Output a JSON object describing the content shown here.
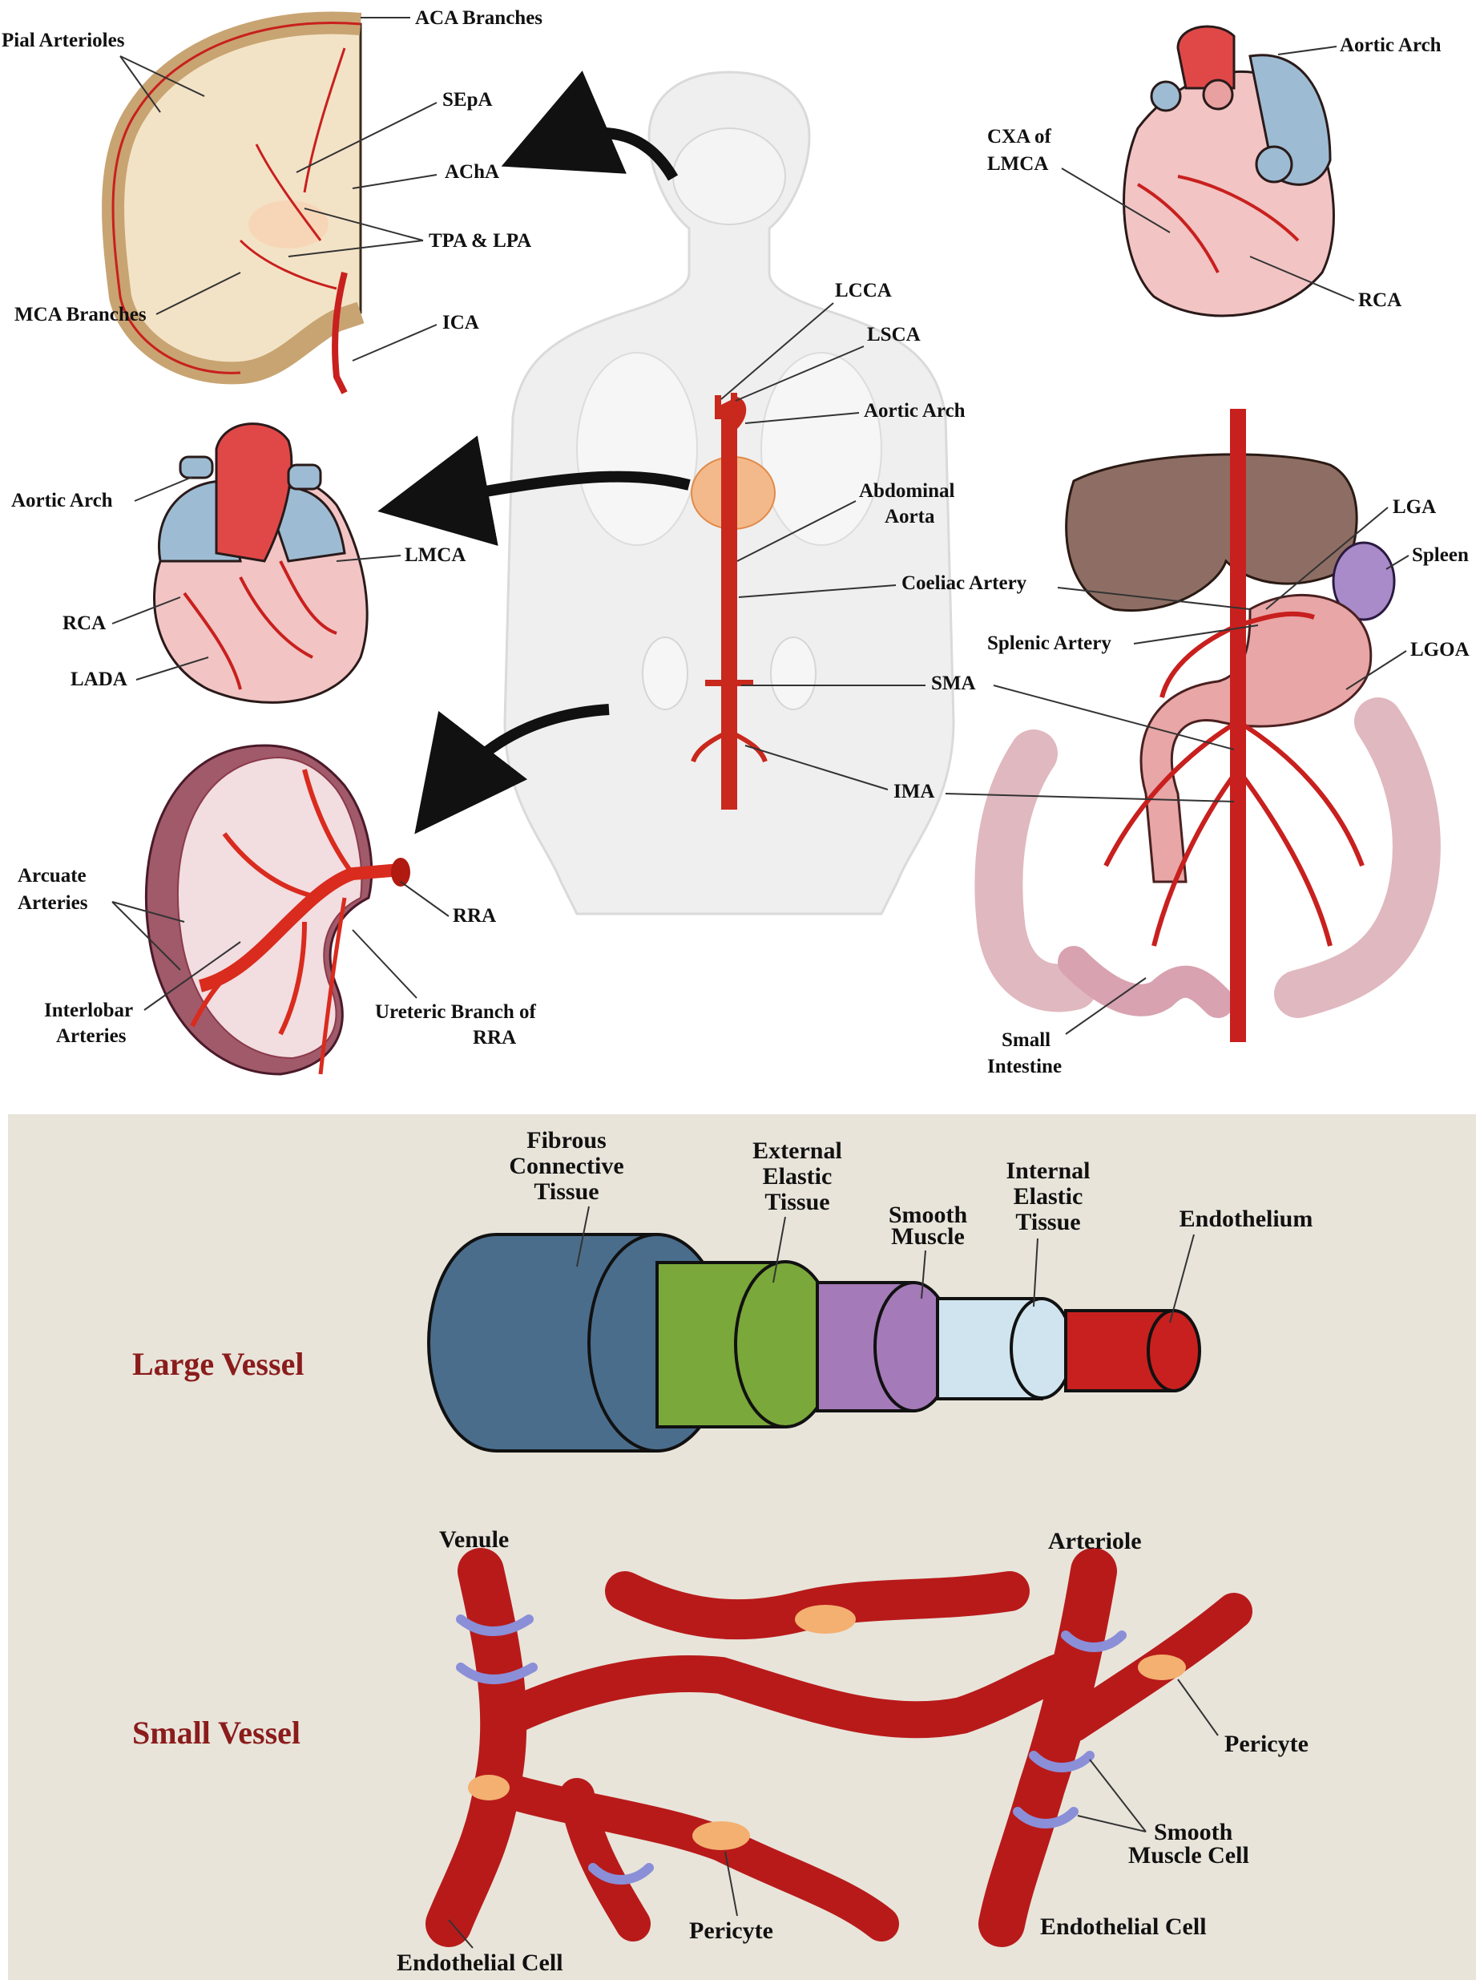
{
  "brain": {
    "labels": {
      "pial_arterioles": "Pial Arterioles",
      "aca_branches": "ACA Branches",
      "sepa": "SEpA",
      "acha": "AChA",
      "tpa_lpa": "TPA & LPA",
      "mca_branches": "MCA Branches",
      "ica": "ICA"
    }
  },
  "torso": {
    "labels": {
      "lcca": "LCCA",
      "lsca": "LSCA",
      "aortic_arch": "Aortic Arch",
      "abdominal_aorta_1": "Abdominal",
      "abdominal_aorta_2": "Aorta",
      "coeliac_artery": "Coeliac Artery",
      "sma": "SMA",
      "ima": "IMA"
    }
  },
  "heart_right": {
    "labels": {
      "aortic_arch": "Aortic Arch",
      "cxa_1": "CXA of",
      "cxa_2": "LMCA",
      "rca": "RCA"
    }
  },
  "heart_left": {
    "labels": {
      "aortic_arch": "Aortic Arch",
      "lmca": "LMCA",
      "rca": "RCA",
      "lada": "LADA"
    }
  },
  "kidney": {
    "labels": {
      "arcuate_1": "Arcuate",
      "arcuate_2": "Arteries",
      "interlobar_1": "Interlobar",
      "interlobar_2": "Arteries",
      "rra": "RRA",
      "ureteric_1": "Ureteric Branch of",
      "ureteric_2": "RRA"
    }
  },
  "gut": {
    "labels": {
      "lga": "LGA",
      "spleen": "Spleen",
      "splenic_artery": "Splenic Artery",
      "lgoa": "LGOA",
      "small_intestine_1": "Small",
      "small_intestine_2": "Intestine"
    }
  },
  "large_vessel": {
    "category": "Large Vessel",
    "layers": {
      "fibrous_1": "Fibrous",
      "fibrous_2": "Connective",
      "fibrous_3": "Tissue",
      "external_1": "External",
      "external_2": "Elastic",
      "external_3": "Tissue",
      "smooth_1": "Smooth",
      "smooth_2": "Muscle",
      "internal_1": "Internal",
      "internal_2": "Elastic",
      "internal_3": "Tissue",
      "endothelium": "Endothelium"
    }
  },
  "small_vessel": {
    "category": "Small Vessel",
    "labels": {
      "venule": "Venule",
      "arteriole": "Arteriole",
      "pericyte_right": "Pericyte",
      "smooth_1": "Smooth",
      "smooth_2": "Muscle Cell",
      "endothelial_right": "Endothelial Cell",
      "pericyte_bottom": "Pericyte",
      "endothelial_left": "Endothelial Cell"
    }
  },
  "colors": {
    "artery": "#c8201e",
    "heart_blue": "#9dbcd3",
    "heart_pink": "#f2c4c4",
    "brain_tan": "#c8a472",
    "panel_bg": "#e8e4da",
    "category_text": "#8b1c1c"
  }
}
